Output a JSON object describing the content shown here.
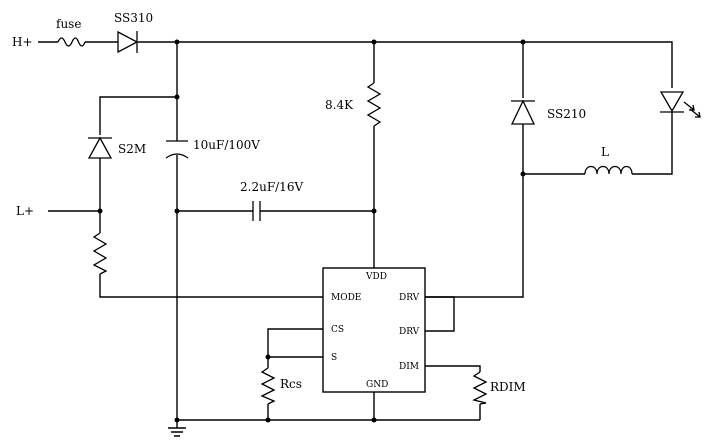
{
  "labels": {
    "h_plus": "H+",
    "l_plus": "L+",
    "fuse": "fuse",
    "d1": "SS310",
    "d2": "S2M",
    "d3": "SS210",
    "c1": "10uF/100V",
    "c2": "2.2uF/16V",
    "r1": "8.4K",
    "r_cs": "Rcs",
    "r_dim": "RDIM",
    "inductor": "L"
  },
  "ic": {
    "pins": {
      "vdd": "VDD",
      "mode": "MODE",
      "cs": "CS",
      "s": "S",
      "gnd": "GND",
      "drv1": "DRV",
      "drv2": "DRV",
      "dim": "DIM"
    }
  }
}
